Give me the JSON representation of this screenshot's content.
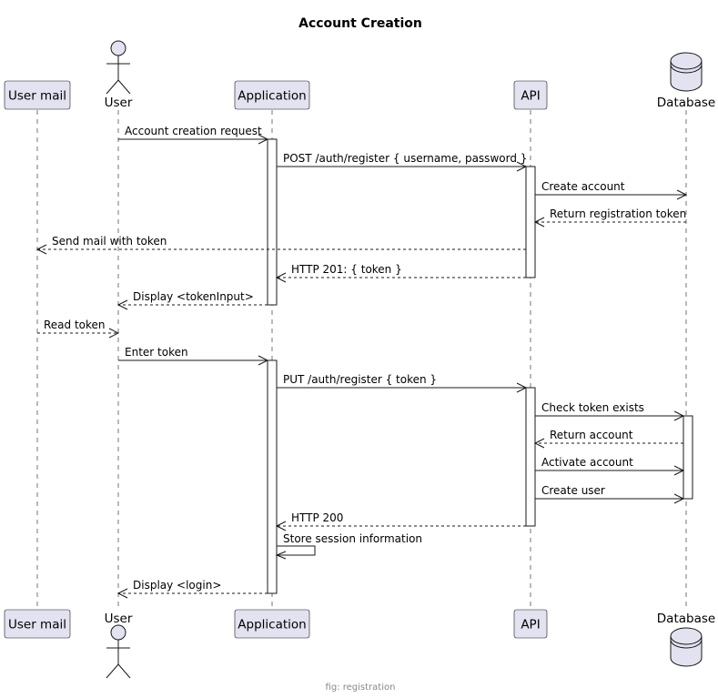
{
  "title": "Account Creation",
  "caption": "fig: registration",
  "participants": [
    {
      "id": "usermail",
      "label": "User mail",
      "kind": "box"
    },
    {
      "id": "user",
      "label": "User",
      "kind": "actor"
    },
    {
      "id": "app",
      "label": "Application",
      "kind": "box"
    },
    {
      "id": "api",
      "label": "API",
      "kind": "box"
    },
    {
      "id": "db",
      "label": "Database",
      "kind": "database"
    }
  ],
  "messages": [
    {
      "from": "user",
      "to": "app",
      "label": "Account creation request",
      "style": "solid"
    },
    {
      "from": "app",
      "to": "api",
      "label": "POST /auth/register { username, password }",
      "style": "solid"
    },
    {
      "from": "api",
      "to": "db",
      "label": "Create account",
      "style": "solid"
    },
    {
      "from": "db",
      "to": "api",
      "label": "Return registration token",
      "style": "dashed"
    },
    {
      "from": "api",
      "to": "usermail",
      "label": "Send mail with token",
      "style": "dashed"
    },
    {
      "from": "api",
      "to": "app",
      "label": "HTTP 201: { token }",
      "style": "dashed"
    },
    {
      "from": "app",
      "to": "user",
      "label": "Display <tokenInput>",
      "style": "dashed"
    },
    {
      "from": "usermail",
      "to": "user",
      "label": "Read token",
      "style": "dashed"
    },
    {
      "from": "user",
      "to": "app",
      "label": "Enter token",
      "style": "solid"
    },
    {
      "from": "app",
      "to": "api",
      "label": "PUT /auth/register { token }",
      "style": "solid"
    },
    {
      "from": "api",
      "to": "db",
      "label": "Check token exists",
      "style": "solid"
    },
    {
      "from": "db",
      "to": "api",
      "label": "Return account",
      "style": "dashed"
    },
    {
      "from": "api",
      "to": "db",
      "label": "Activate account",
      "style": "solid"
    },
    {
      "from": "api",
      "to": "db",
      "label": "Create user",
      "style": "solid"
    },
    {
      "from": "api",
      "to": "app",
      "label": "HTTP 200",
      "style": "dashed"
    },
    {
      "from": "app",
      "to": "app",
      "label": "Store session information",
      "style": "solid"
    },
    {
      "from": "app",
      "to": "user",
      "label": "Display <login>",
      "style": "dashed"
    }
  ],
  "colors": {
    "participant_fill": "#E2E2F0",
    "line": "#181818",
    "caption": "#888888"
  }
}
